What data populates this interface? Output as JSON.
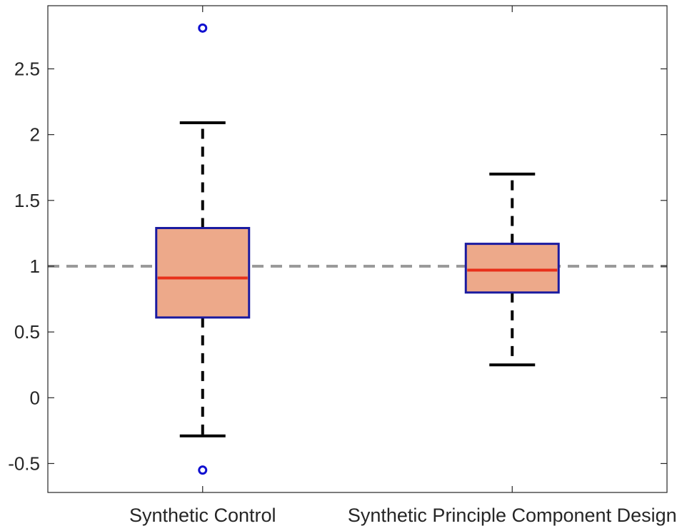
{
  "chart_data": {
    "type": "boxplot",
    "title": "",
    "xlabel": "",
    "ylabel": "",
    "categories": [
      "Synthetic Control",
      "Synthetic Principle Component Design"
    ],
    "ylim": [
      -0.72,
      2.98
    ],
    "yticks": [
      -0.5,
      0,
      0.5,
      1,
      1.5,
      2,
      2.5
    ],
    "ytick_labels": [
      "-0.5",
      "0",
      "0.5",
      "1",
      "1.5",
      "2",
      "2.5"
    ],
    "reference_line": {
      "y": 1.0,
      "style": "dashed",
      "color": "#9a9a9a"
    },
    "grid": false,
    "boxes": [
      {
        "category": "Synthetic Control",
        "whisker_low": -0.29,
        "q1": 0.61,
        "median": 0.91,
        "q3": 1.29,
        "whisker_high": 2.09,
        "outliers": [
          2.81,
          -0.55
        ]
      },
      {
        "category": "Synthetic Principle Component Design",
        "whisker_low": 0.25,
        "q1": 0.8,
        "median": 0.97,
        "q3": 1.17,
        "whisker_high": 1.7,
        "outliers": []
      }
    ],
    "colors": {
      "box_fill": "#eda98a",
      "box_edge": "#1a1aa0",
      "median": "#e8301a",
      "whisker": "#000000",
      "outlier": "#1010d0",
      "axis": "#262626"
    }
  }
}
